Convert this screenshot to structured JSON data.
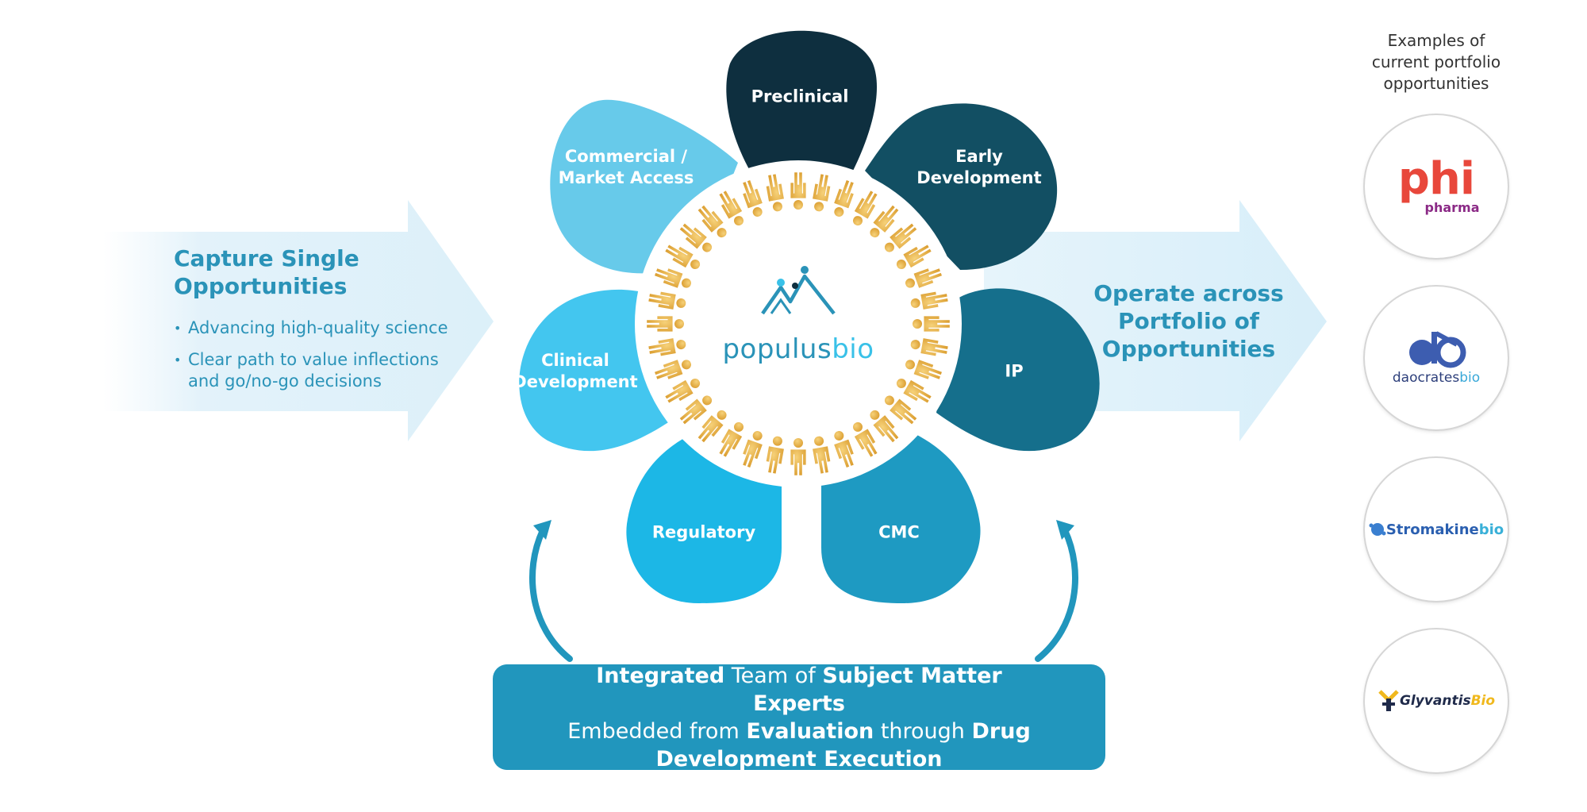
{
  "left_panel": {
    "title": "Capture Single\nOpportunities",
    "bullets": [
      "Advancing high-quality science",
      "Clear path to value inflections and go/no-go decisions"
    ]
  },
  "right_panel": {
    "title": "Operate across Portfolio of Opportunities"
  },
  "petals": {
    "preclinical": "Preclinical",
    "early_development": "Early\nDevelopment",
    "ip": "IP",
    "cmc": "CMC",
    "regulatory": "Regulatory",
    "clinical_development": "Clinical\nDevelopment",
    "commercial": "Commercial /\nMarket Access"
  },
  "center_logo": {
    "part1": "populus",
    "part2": "bio"
  },
  "team_box": {
    "w1": "Integrated",
    "w2": " Team of ",
    "w3": "Subject Matter Experts",
    "w4": "Embedded from ",
    "w5": "Evaluation",
    "w6": " through ",
    "w7": "Drug Development Execution"
  },
  "portfolio": {
    "title": "Examples of current portfolio opportunities",
    "logos": [
      {
        "main": "phi",
        "sub": "pharma"
      },
      {
        "main": "daocrates",
        "sub": "bio"
      },
      {
        "main": "Stromakine",
        "sub": "bio"
      },
      {
        "main": "Glyvantis",
        "sub": "Bio"
      }
    ]
  },
  "colors": {
    "preclinical": "#0e2f3f",
    "early_development": "#124f63",
    "ip": "#156f8c",
    "cmc": "#1e9ac2",
    "regulatory": "#1cb7e6",
    "clinical_development": "#43c6ef",
    "commercial": "#67caea",
    "accent": "#2a93b8",
    "figures": "#e2ad3f"
  }
}
